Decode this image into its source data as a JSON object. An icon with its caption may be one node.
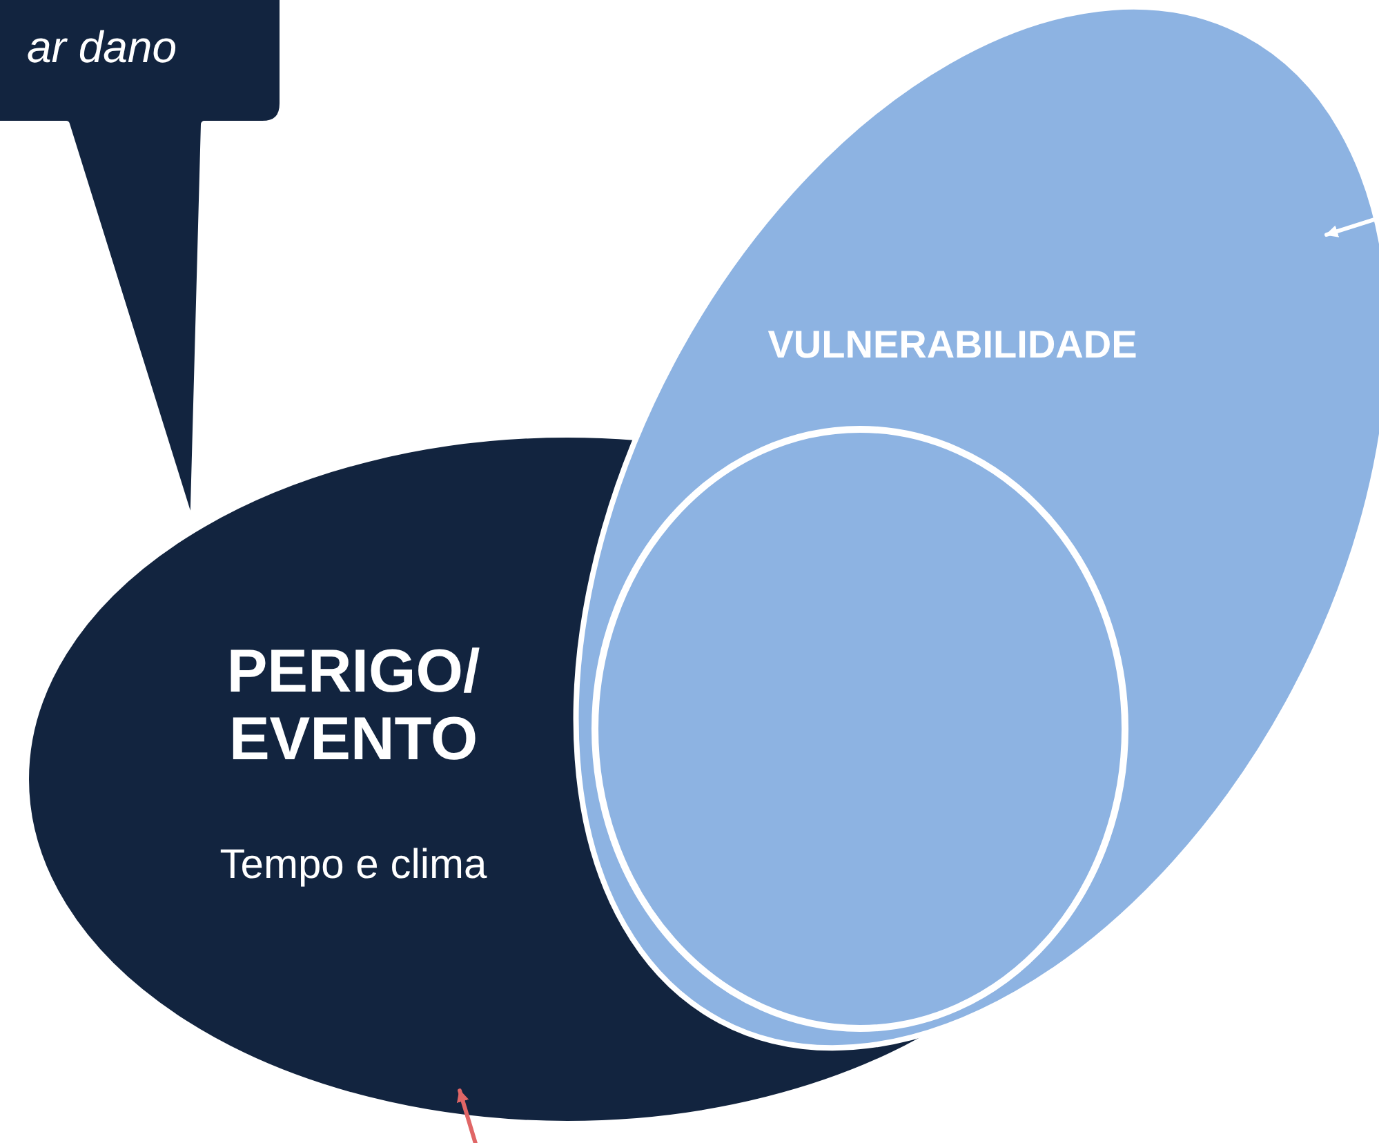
{
  "diagram": {
    "nodes": [
      {
        "text": [
          "ar dano"
        ]
      },
      {
        "text": [
          "PERIGO/ EVENTO",
          "Tempo e clima"
        ]
      },
      {
        "text": [
          "VULNERABILIDADE"
        ]
      },
      {
        "text": [],
        "shape": "ellipse"
      }
    ],
    "edges": [
      {
        "from": null,
        "to": 2,
        "arrow": "to",
        "color": "#ffffff"
      },
      {
        "from": null,
        "to": 1,
        "arrow": "to",
        "color": "#e06666"
      }
    ]
  }
}
